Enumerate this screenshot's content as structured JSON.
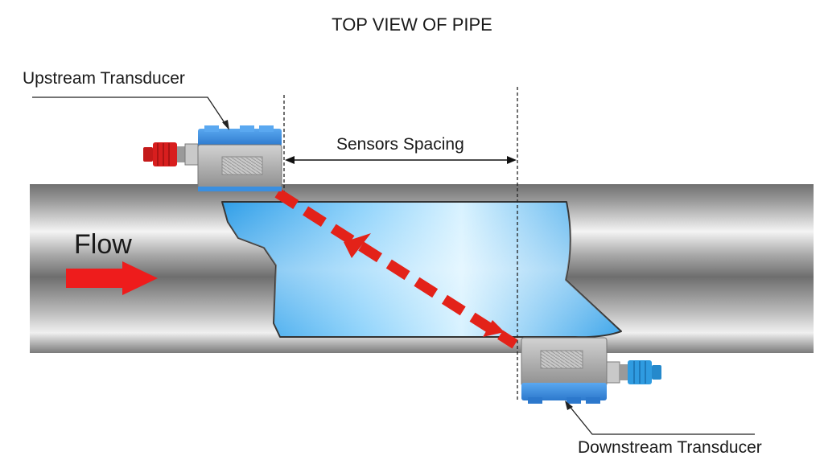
{
  "diagram": {
    "title": "TOP VIEW OF PIPE",
    "upstream_label": "Upstream Transducer",
    "downstream_label": "Downstream Transducer",
    "spacing_label": "Sensors Spacing",
    "flow_label": "Flow"
  },
  "colors": {
    "pipe_dark": "#6d6d6d",
    "pipe_light": "#f4f4f4",
    "water_light": "#cfeeff",
    "water_dark": "#2f9ee8",
    "signal_red": "#e32219",
    "transducer_blue": "#3a8fe0",
    "transducer_gray": "#b3b3b3",
    "connector_red": "#d81e1e",
    "connector_blue": "#2f9be0",
    "label_text": "#1a1a1a"
  }
}
